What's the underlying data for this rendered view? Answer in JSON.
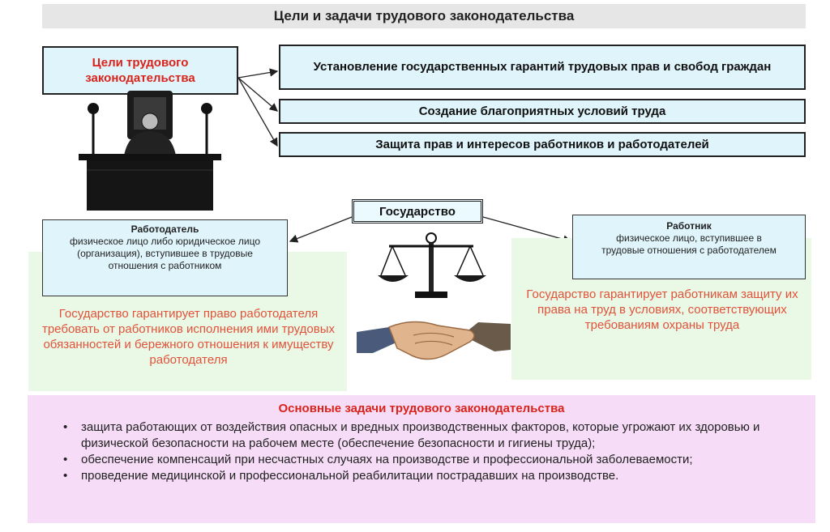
{
  "title": "Цели и задачи трудового законодательства",
  "goals": {
    "heading": "Цели трудового законодательства",
    "items": [
      "Установление государственных гарантий трудовых прав и свобод граждан",
      "Создание благоприятных условий труда",
      "Защита прав и интересов работников и работодателей"
    ]
  },
  "state": "Государство",
  "employer": {
    "title": "Работодатель",
    "desc": "физическое лицо либо юридическое лицо (организация), вступившее в трудовые отношения с работником",
    "guarantee": "Государство гарантирует право работодателя требовать от работников исполнения ими трудовых обязанностей и бережного отношения к имуществу работодателя"
  },
  "employee": {
    "title": "Работник",
    "desc": "физическое лицо, вступившее в трудовые отношения с работодателем",
    "guarantee": "Государство гарантирует работникам защиту их права на труд в условиях, соответствующих требованиям охраны труда"
  },
  "tasks": {
    "title": "Основные задачи трудового законодательства",
    "bullet": "•",
    "items": [
      "защита работающих от воздействия опасных и вредных производственных факторов, которые угрожают их здоровью и физической безопасности на рабочем месте (обеспечение безопасности и гигиены труда);",
      "обеспечение компенсаций при несчастных случаях на производстве и профессиональной заболеваемости;",
      "проведение медицинской и профессиональной реабилитации пострадавших на производстве."
    ]
  },
  "icons": [
    "judge-icon",
    "scales-icon",
    "handshake-icon"
  ]
}
